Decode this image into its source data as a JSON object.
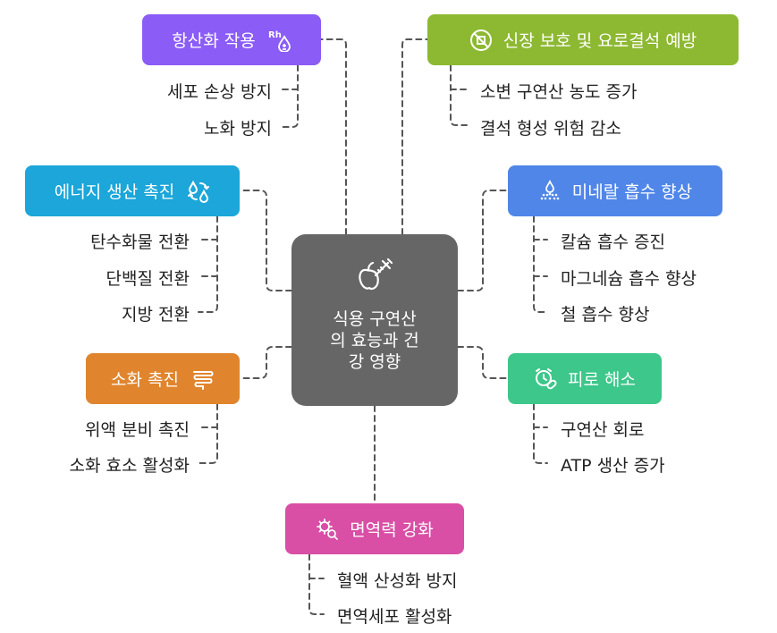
{
  "center": {
    "line1": "식용 구연산",
    "line2": "의 효능과 건",
    "line3": "강 영향",
    "icon": "apple-syringe-icon"
  },
  "nodes": {
    "antioxidant": {
      "label": "항산화 작용",
      "color": "#8B5CF6",
      "icon": "rh-drop-icon",
      "items": [
        "세포 손상 방지",
        "노화 방지"
      ]
    },
    "kidney": {
      "label": "신장 보호 및 요로결석 예방",
      "color": "#8DB932",
      "icon": "no-kidney-stone-icon",
      "items": [
        "소변 구연산 농도 증가",
        "결석 형성 위험 감소"
      ]
    },
    "energy": {
      "label": "에너지 생산 촉진",
      "color": "#1CA6D9",
      "icon": "recycle-drops-icon",
      "items": [
        "탄수화물 전환",
        "단백질 전환",
        "지방 전환"
      ]
    },
    "mineral": {
      "label": "미네랄 흡수 향상",
      "color": "#4F86E8",
      "icon": "mineral-drop-icon",
      "items": [
        "칼슘 흡수 증진",
        "마그네슘 흡수 향상",
        "철 흡수 향상"
      ]
    },
    "digestion": {
      "label": "소화 촉진",
      "color": "#E0852E",
      "icon": "intestine-icon",
      "items": [
        "위액 분비 촉진",
        "소화 효소 활성화"
      ]
    },
    "fatigue": {
      "label": "피로 해소",
      "color": "#3DC78A",
      "icon": "clock-pill-icon",
      "items": [
        "구연산 회로",
        "ATP 생산 증가"
      ]
    },
    "immunity": {
      "label": "면역력 강화",
      "color": "#D94FA5",
      "icon": "virus-search-icon",
      "items": [
        "혈액 산성화 방지",
        "면역세포 활성화"
      ]
    }
  }
}
